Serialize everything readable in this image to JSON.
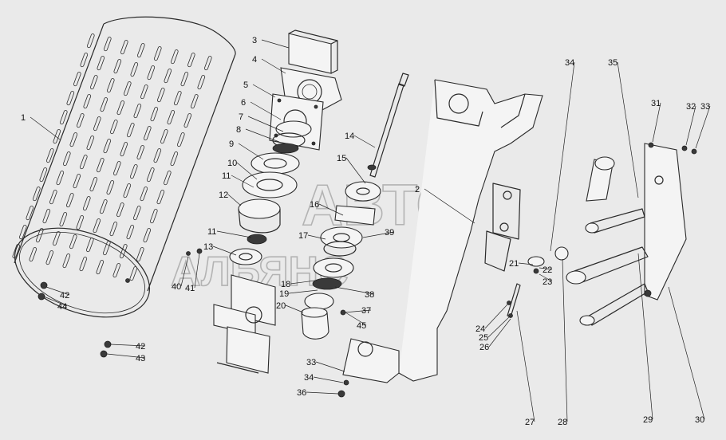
{
  "watermark": {
    "line1": "АВТО",
    "line2": "АЛЬЯНС",
    "color": "#9c9c9c"
  },
  "callouts": [
    {
      "id": "c1",
      "text": "1"
    },
    {
      "id": "c2",
      "text": "2"
    },
    {
      "id": "c3",
      "text": "3"
    },
    {
      "id": "c4",
      "text": "4"
    },
    {
      "id": "c5",
      "text": "5"
    },
    {
      "id": "c6",
      "text": "6"
    },
    {
      "id": "c7",
      "text": "7"
    },
    {
      "id": "c8",
      "text": "8"
    },
    {
      "id": "c9",
      "text": "9"
    },
    {
      "id": "c10",
      "text": "10"
    },
    {
      "id": "c11a",
      "text": "11"
    },
    {
      "id": "c11b",
      "text": "11"
    },
    {
      "id": "c12",
      "text": "12"
    },
    {
      "id": "c13",
      "text": "13"
    },
    {
      "id": "c14",
      "text": "14"
    },
    {
      "id": "c15",
      "text": "15"
    },
    {
      "id": "c16",
      "text": "16"
    },
    {
      "id": "c17",
      "text": "17"
    },
    {
      "id": "c18",
      "text": "18"
    },
    {
      "id": "c19",
      "text": "19"
    },
    {
      "id": "c20",
      "text": "20"
    },
    {
      "id": "c21",
      "text": "21"
    },
    {
      "id": "c22",
      "text": "22"
    },
    {
      "id": "c23",
      "text": "23"
    },
    {
      "id": "c24",
      "text": "24"
    },
    {
      "id": "c25",
      "text": "25"
    },
    {
      "id": "c26",
      "text": "26"
    },
    {
      "id": "c27",
      "text": "27"
    },
    {
      "id": "c28",
      "text": "28"
    },
    {
      "id": "c29",
      "text": "29"
    },
    {
      "id": "c30",
      "text": "30"
    },
    {
      "id": "c31",
      "text": "31"
    },
    {
      "id": "c32",
      "text": "32"
    },
    {
      "id": "c33a",
      "text": "33"
    },
    {
      "id": "c33b",
      "text": "33"
    },
    {
      "id": "c34a",
      "text": "34"
    },
    {
      "id": "c34b",
      "text": "34"
    },
    {
      "id": "c35",
      "text": "35"
    },
    {
      "id": "c36",
      "text": "36"
    },
    {
      "id": "c37",
      "text": "37"
    },
    {
      "id": "c38",
      "text": "38"
    },
    {
      "id": "c39",
      "text": "39"
    },
    {
      "id": "c40",
      "text": "40"
    },
    {
      "id": "c41",
      "text": "41"
    },
    {
      "id": "c42a",
      "text": "42"
    },
    {
      "id": "c42b",
      "text": "42"
    },
    {
      "id": "c43",
      "text": "43"
    },
    {
      "id": "c44",
      "text": "44"
    },
    {
      "id": "c45",
      "text": "45"
    }
  ]
}
